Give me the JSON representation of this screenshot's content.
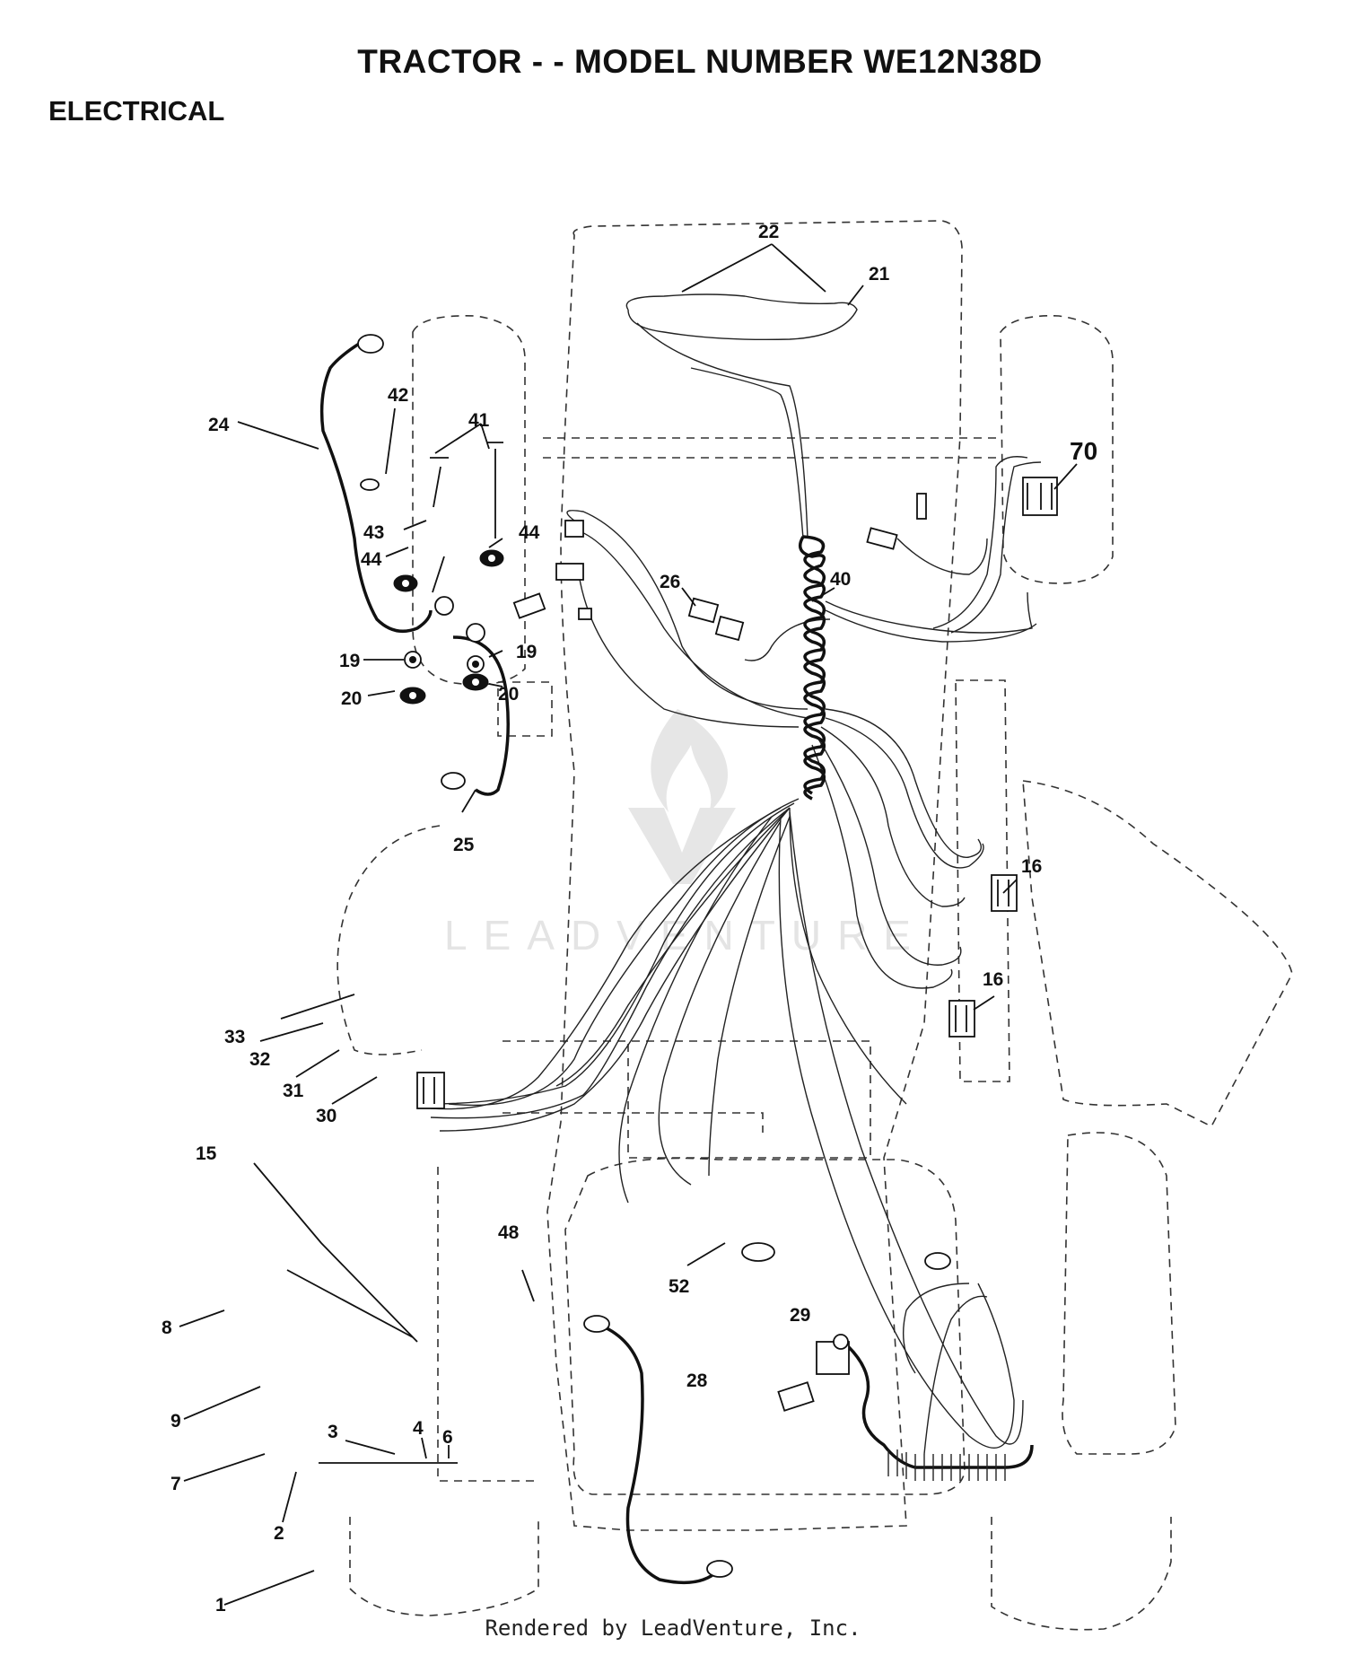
{
  "header": {
    "title": "TRACTOR - - MODEL NUMBER WE12N38D",
    "section": "ELECTRICAL"
  },
  "watermark": {
    "text": "LEADVENTURE"
  },
  "callouts": [
    "1",
    "2",
    "3",
    "4",
    "6",
    "7",
    "8",
    "9",
    "15",
    "16",
    "16",
    "19",
    "19",
    "20",
    "20",
    "21",
    "22",
    "24",
    "25",
    "26",
    "28",
    "29",
    "30",
    "31",
    "32",
    "33",
    "40",
    "41",
    "42",
    "43",
    "44",
    "44",
    "48",
    "52",
    "70"
  ],
  "footer": {
    "text": "Rendered by LeadVenture, Inc."
  }
}
